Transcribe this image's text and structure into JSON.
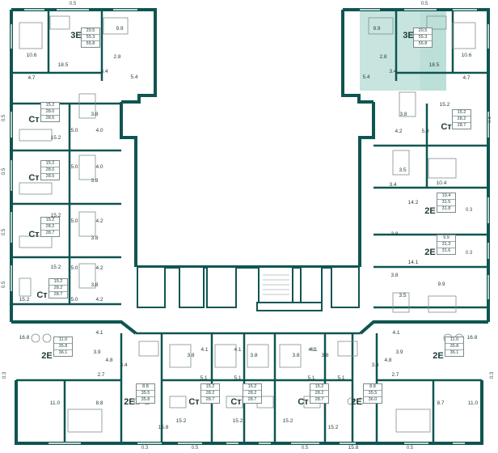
{
  "colors": {
    "wall": "#0f5551",
    "highlight": "#c7e4df",
    "fixture": "#7f8f8d",
    "text": "#243f3d"
  },
  "plan": {
    "apartments": [
      {
        "code": "3Е",
        "areas": [
          "20.5",
          "55.3",
          "55.8"
        ]
      },
      {
        "code": "3Е",
        "areas": [
          "20.5",
          "55.3",
          "55.8"
        ]
      },
      {
        "code": "Ст",
        "areas": [
          "15.2",
          "28.0",
          "28.5"
        ]
      },
      {
        "code": "Ст",
        "areas": [
          "15.2",
          "28.0",
          "28.5"
        ]
      },
      {
        "code": "Ст",
        "areas": [
          "15.2",
          "28.2",
          "28.7"
        ]
      },
      {
        "code": "Ст",
        "areas": [
          "15.2",
          "28.2",
          "28.7"
        ]
      },
      {
        "code": "Ст",
        "areas": [
          "15.2",
          "28.2",
          "28.7"
        ]
      },
      {
        "code": "2Е",
        "areas": [
          "10.4",
          "31.5",
          "31.8"
        ]
      },
      {
        "code": "2Е",
        "areas": [
          "9.9",
          "31.3",
          "31.6"
        ]
      },
      {
        "code": "2Е",
        "areas": [
          "11.0",
          "35.8",
          "36.1"
        ]
      },
      {
        "code": "2Е",
        "areas": [
          "11.0",
          "35.8",
          "36.1"
        ]
      },
      {
        "code": "2Е",
        "areas": [
          "8.8",
          "35.5",
          "35.8"
        ]
      },
      {
        "code": "Ст",
        "areas": [
          "15.2",
          "28.2",
          "28.7"
        ]
      },
      {
        "code": "Ст",
        "areas": [
          "15.2",
          "28.2",
          "28.7"
        ]
      },
      {
        "code": "Ст",
        "areas": [
          "15.2",
          "28.2",
          "28.7"
        ]
      },
      {
        "code": "2Е",
        "areas": [
          "8.8",
          "35.5",
          "36.0"
        ]
      }
    ],
    "room_areas": [
      "0.5",
      "9.9",
      "10.6",
      "18.5",
      "2.8",
      "3.4",
      "4.7",
      "5.4",
      "0.5",
      "9.9",
      "2.8",
      "18.5",
      "10.6",
      "3.4",
      "4.7",
      "5.4",
      "3.8",
      "5.0",
      "4.0",
      "15.2",
      "0.5",
      "5.0",
      "4.0",
      "3.8",
      "0.5",
      "15.2",
      "5.0",
      "4.2",
      "3.8",
      "0.5",
      "15.2",
      "5.0",
      "4.2",
      "3.8",
      "0.5",
      "15.2",
      "5.0",
      "4.2",
      "3.8",
      "15.2",
      "4.2",
      "5.0",
      "3.5",
      "3.4",
      "10.4",
      "14.2",
      "0.3",
      "3.8",
      "14.1",
      "0.3",
      "3.8",
      "9.9",
      "3.5",
      "0.5",
      "16.8",
      "4.1",
      "3.9",
      "4.8",
      "3.4",
      "0.3",
      "2.7",
      "11.0",
      "8.8",
      "4.1",
      "16.8",
      "3.9",
      "4.8",
      "3.4",
      "0.3",
      "2.7",
      "8.7",
      "11.0",
      "3.8",
      "4.1",
      "5.1",
      "15.2",
      "15.8",
      "0.3",
      "4.1",
      "3.8",
      "5.1",
      "15.2",
      "0.5",
      "3.8",
      "4.1",
      "5.1",
      "15.2",
      "0.5",
      "4.1",
      "3.8",
      "5.1",
      "15.2",
      "15.8",
      "0.5",
      "0.5"
    ]
  }
}
